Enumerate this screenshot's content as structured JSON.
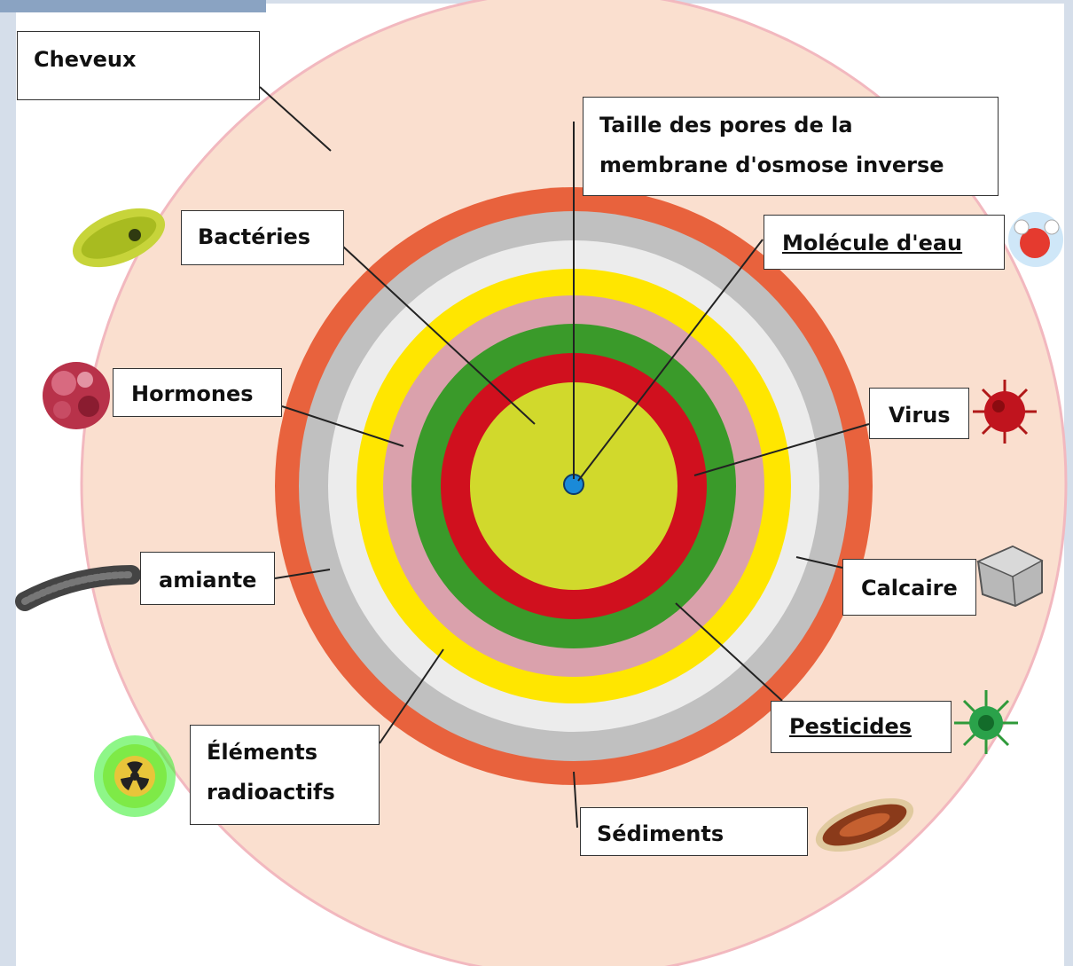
{
  "labels": {
    "cheveux": "Cheveux",
    "pores_line1": "Taille des pores de la",
    "pores_line2": "membrane d'osmose inverse",
    "bacteries": "Bactéries",
    "molecule": "Molécule d'eau",
    "hormones": "Hormones",
    "virus": "Virus",
    "amiante": "amiante",
    "calcaire": "Calcaire",
    "elements_line1": "Éléments",
    "elements_line2": "radioactifs",
    "pesticides": "Pesticides",
    "sediments": "Sédiments"
  },
  "rings": [
    {
      "colour": "#fadfcf"
    },
    {
      "colour": "#e8623d"
    },
    {
      "colour": "#c0c0c0"
    },
    {
      "colour": "#ececec"
    },
    {
      "colour": "#ffe600"
    },
    {
      "colour": "#daa1ac"
    },
    {
      "colour": "#3a9a2a"
    },
    {
      "colour": "#d0101e"
    },
    {
      "colour": "#d1d92c"
    }
  ],
  "icons": [
    "bacteria-icon",
    "protein-icon",
    "asbestos-fiber-icon",
    "radioactive-icon",
    "water-molecule-icon",
    "virus-icon",
    "calcium-crystal-icon",
    "pesticide-icon",
    "sediment-icon"
  ]
}
